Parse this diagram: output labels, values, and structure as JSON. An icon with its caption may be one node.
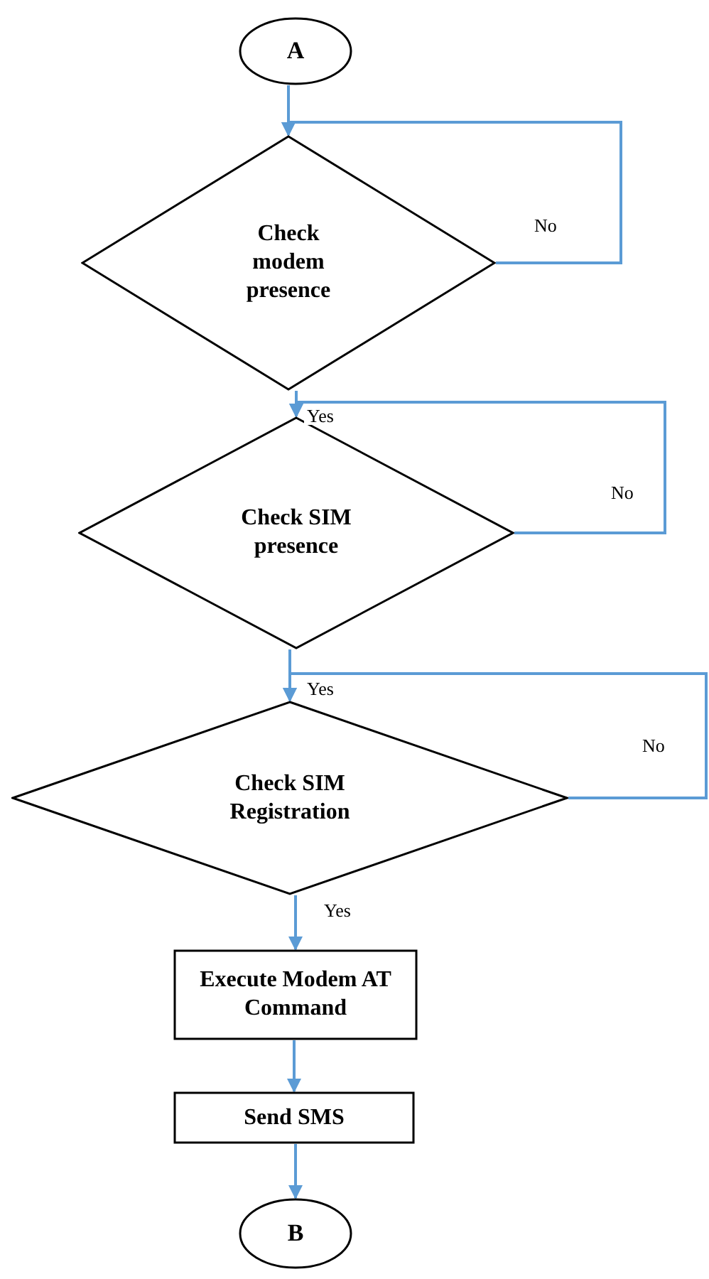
{
  "diagram": {
    "nodes": [
      {
        "text": [
          "A"
        ]
      },
      {
        "text": [
          "Check modem presence"
        ]
      },
      {
        "text": [
          "Check SIM presence"
        ]
      },
      {
        "text": [
          "Check SIM Registration"
        ]
      },
      {
        "text": [
          "Execute Modem AT Command"
        ]
      },
      {
        "text": [
          "Send SMS"
        ]
      },
      {
        "text": [
          "B"
        ]
      }
    ],
    "edges": [
      {
        "from": 0,
        "to": 1,
        "arrow": "to"
      },
      {
        "from": 1,
        "to": 1,
        "arrow": "to",
        "label": "No"
      },
      {
        "from": 1,
        "to": 2,
        "arrow": "to",
        "label": "Yes"
      },
      {
        "from": 2,
        "to": 2,
        "arrow": "to",
        "label": "No"
      },
      {
        "from": 2,
        "to": 3,
        "arrow": "to",
        "label": "Yes"
      },
      {
        "from": 3,
        "to": 3,
        "arrow": "to",
        "label": "No"
      },
      {
        "from": 3,
        "to": 4,
        "arrow": "to",
        "label": "Yes"
      },
      {
        "from": 4,
        "to": 5,
        "arrow": "to"
      },
      {
        "from": 5,
        "to": 6,
        "arrow": "to"
      }
    ]
  }
}
